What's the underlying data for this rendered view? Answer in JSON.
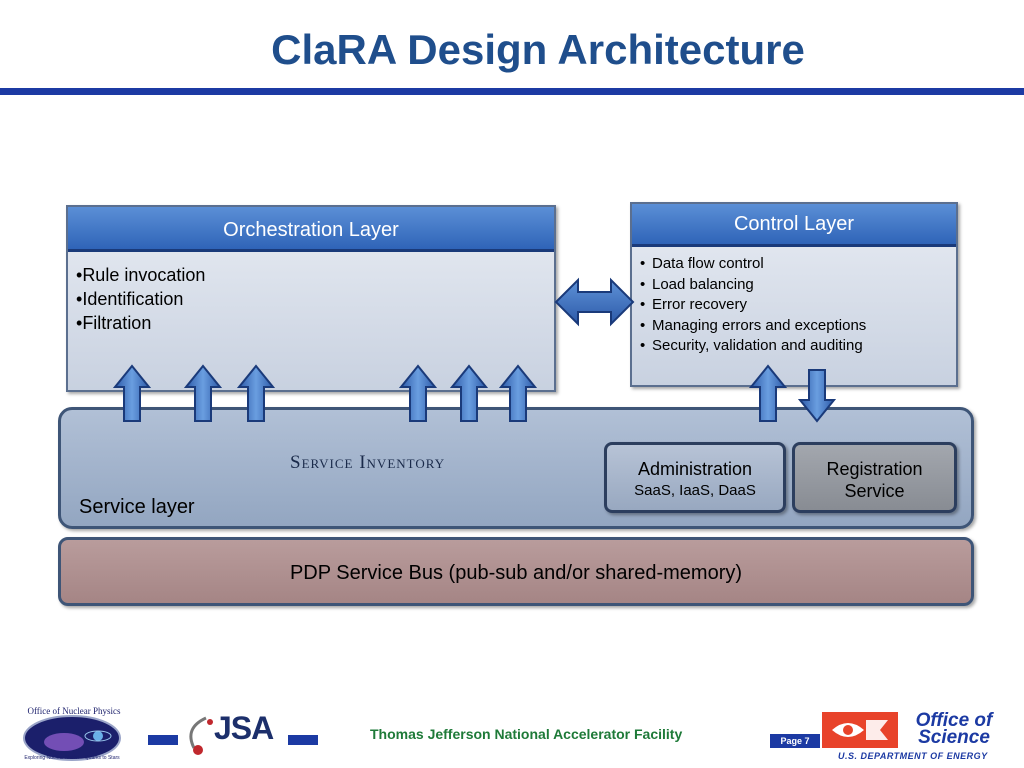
{
  "slide": {
    "title": "ClaRA Design Architecture"
  },
  "orchestration": {
    "header": "Orchestration Layer",
    "bullets": [
      "Rule invocation",
      "Identification",
      "Filtration"
    ]
  },
  "control": {
    "header": "Control Layer",
    "bullets": [
      "Data flow control",
      "Load balancing",
      "Error recovery",
      "Managing errors and exceptions",
      "Security, validation and auditing"
    ]
  },
  "service": {
    "inventory_label": "Service Inventory",
    "layer_label": "Service layer",
    "administration": {
      "title": "Administration",
      "subtitle": "SaaS, IaaS, DaaS"
    },
    "registration": {
      "line1": "Registration",
      "line2": "Service"
    }
  },
  "bus": {
    "label": "PDP Service Bus (pub-sub and/or shared-memory)"
  },
  "footer": {
    "facility": "Thomas Jefferson National Accelerator Facility",
    "page_label": "Page 7",
    "onp_logo_text": [
      "Office of Nuclear Physics",
      "Exploring Nuclear Matter – Quarks to Stars"
    ],
    "jsa_logo_text": "JSA",
    "doe_logo_text": [
      "Office of",
      "Science",
      "U.S. DEPARTMENT OF ENERGY"
    ]
  },
  "colors": {
    "title": "#1f4e8c",
    "rule": "#1c3aa3",
    "header": "#3a72c4",
    "arrow": "#4a7fc8",
    "bus": "#a98b8b",
    "service_layer": "#a2b3cc",
    "facility_text": "#1e7a38"
  }
}
